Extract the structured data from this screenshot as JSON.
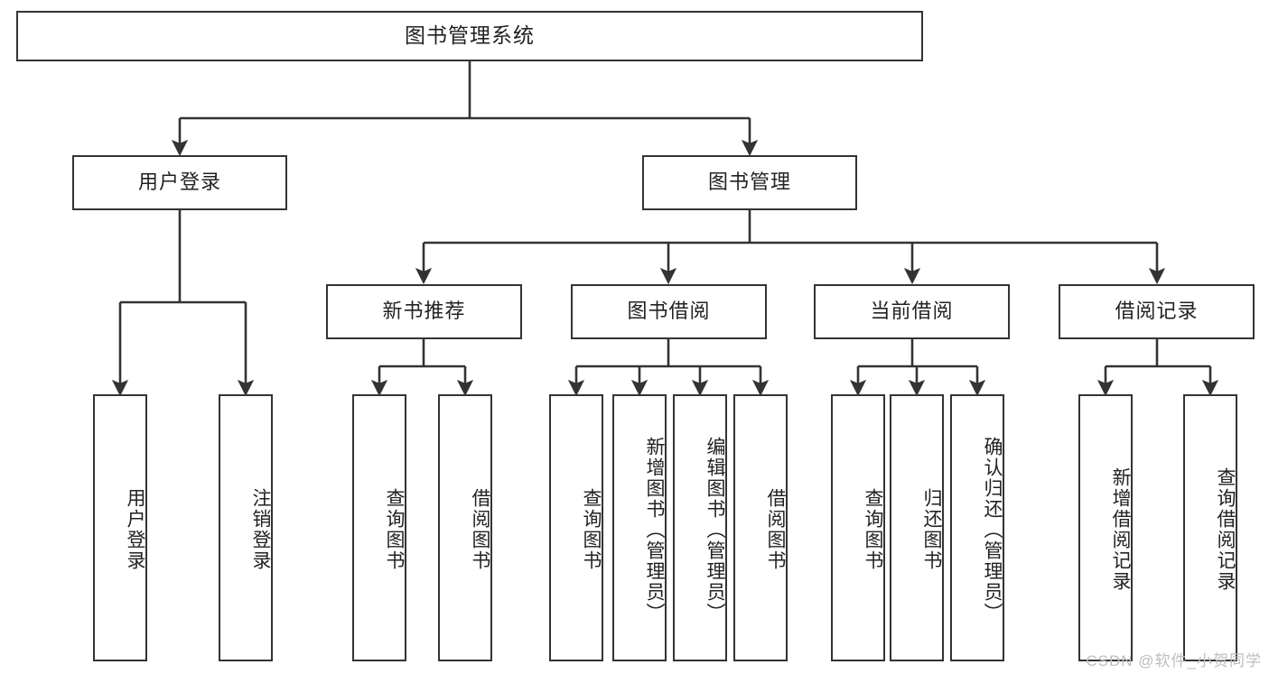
{
  "diagram": {
    "type": "tree",
    "title": "图书管理系统",
    "stroke_color": "#333333",
    "text_color": "#222222",
    "background": "#ffffff",
    "watermark": "CSDN @软件_小贺同学"
  },
  "nodes": {
    "root": {
      "label": "图书管理系统"
    },
    "level1": [
      {
        "id": "user-login",
        "label": "用户登录"
      },
      {
        "id": "book-manage",
        "label": "图书管理"
      }
    ],
    "level2": [
      {
        "id": "new-book-recommend",
        "label": "新书推荐"
      },
      {
        "id": "book-borrow",
        "label": "图书借阅"
      },
      {
        "id": "current-borrow",
        "label": "当前借阅"
      },
      {
        "id": "borrow-record",
        "label": "借阅记录"
      }
    ],
    "leaves": {
      "user_login": [
        {
          "id": "leaf-user-login",
          "label": "用户登录"
        },
        {
          "id": "leaf-logout-login",
          "label": "注销登录"
        }
      ],
      "new_book_recommend": [
        {
          "id": "leaf-query-book-1",
          "label": "查询图书"
        },
        {
          "id": "leaf-borrow-book-1",
          "label": "借阅图书"
        }
      ],
      "book_borrow": [
        {
          "id": "leaf-query-book-2",
          "label": "查询图书"
        },
        {
          "id": "leaf-add-book",
          "label": "新增图书（管理员）"
        },
        {
          "id": "leaf-edit-book",
          "label": "编辑图书（管理员）"
        },
        {
          "id": "leaf-borrow-book-2",
          "label": "借阅图书"
        }
      ],
      "current_borrow": [
        {
          "id": "leaf-query-book-3",
          "label": "查询图书"
        },
        {
          "id": "leaf-return-book",
          "label": "归还图书"
        },
        {
          "id": "leaf-confirm-return",
          "label": "确认归还（管理员）"
        }
      ],
      "borrow_record": [
        {
          "id": "leaf-add-record",
          "label": "新增借阅记录"
        },
        {
          "id": "leaf-query-record",
          "label": "查询借阅记录"
        }
      ]
    }
  }
}
